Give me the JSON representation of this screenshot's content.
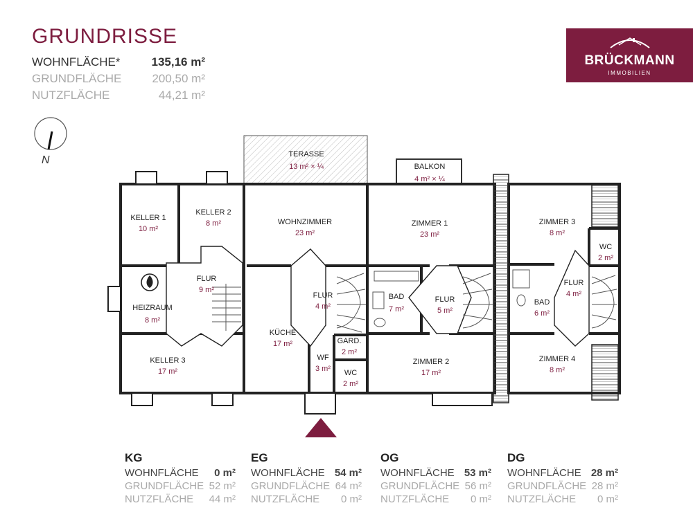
{
  "header": {
    "title": "GRUNDRISSE",
    "stats": [
      {
        "label": "WOHNFLÄCHE*",
        "value": "135,16 m²"
      },
      {
        "label": "GRUNDFLÄCHE",
        "value": "200,50 m²"
      },
      {
        "label": "NUTZFLÄCHE",
        "value": "44,21 m²"
      }
    ]
  },
  "logo": {
    "name": "BRÜCKMANN",
    "sub": "IMMOBILIEN",
    "color": "#7d1d3f"
  },
  "compass": {
    "label": "N",
    "icon": "north-arrow-icon"
  },
  "rooms": {
    "keller1": {
      "name": "KELLER 1",
      "area": "10 m²"
    },
    "keller2": {
      "name": "KELLER 2",
      "area": "8 m²"
    },
    "flur_kg": {
      "name": "FLUR",
      "area": "9 m²"
    },
    "heizraum": {
      "name": "HEIZRAUM",
      "area": "8 m²"
    },
    "keller3": {
      "name": "KELLER 3",
      "area": "17 m²"
    },
    "terasse": {
      "name": "TERASSE",
      "area": "13 m² × ¼"
    },
    "wohnzimmer": {
      "name": "WOHNZIMMER",
      "area": "23 m²"
    },
    "flur_eg": {
      "name": "FLUR",
      "area": "4 m²"
    },
    "kueche": {
      "name": "KÜCHE",
      "area": "17 m²"
    },
    "gard": {
      "name": "GARD.",
      "area": "2 m²"
    },
    "wf": {
      "name": "WF",
      "area": "3 m²"
    },
    "wc_eg": {
      "name": "WC",
      "area": "2 m²"
    },
    "balkon": {
      "name": "BALKON",
      "area": "4 m² × ¼"
    },
    "zimmer1": {
      "name": "ZIMMER 1",
      "area": "23 m²"
    },
    "bad_og": {
      "name": "BAD",
      "area": "7 m²"
    },
    "flur_og": {
      "name": "FLUR",
      "area": "5 m²"
    },
    "zimmer2": {
      "name": "ZIMMER 2",
      "area": "17 m²"
    },
    "zimmer3": {
      "name": "ZIMMER 3",
      "area": "8 m²"
    },
    "wc_dg": {
      "name": "WC",
      "area": "2 m²"
    },
    "flur_dg": {
      "name": "FLUR",
      "area": "4 m²"
    },
    "bad_dg": {
      "name": "BAD",
      "area": "6 m²"
    },
    "zimmer4": {
      "name": "ZIMMER 4",
      "area": "8 m²"
    }
  },
  "floors": [
    {
      "name": "KG",
      "rows": [
        {
          "label": "WOHNFLÄCHE",
          "value": "0 m²"
        },
        {
          "label": "GRUNDFLÄCHE",
          "value": "52 m²"
        },
        {
          "label": "NUTZFLÄCHE",
          "value": "44 m²"
        }
      ]
    },
    {
      "name": "EG",
      "rows": [
        {
          "label": "WOHNFLÄCHE",
          "value": "54 m²"
        },
        {
          "label": "GRUNDFLÄCHE",
          "value": "64 m²"
        },
        {
          "label": "NUTZFLÄCHE",
          "value": "0 m²"
        }
      ]
    },
    {
      "name": "OG",
      "rows": [
        {
          "label": "WOHNFLÄCHE",
          "value": "53 m²"
        },
        {
          "label": "GRUNDFLÄCHE",
          "value": "56 m²"
        },
        {
          "label": "NUTZFLÄCHE",
          "value": "0 m²"
        }
      ]
    },
    {
      "name": "DG",
      "rows": [
        {
          "label": "WOHNFLÄCHE",
          "value": "28 m²"
        },
        {
          "label": "GRUNDFLÄCHE",
          "value": "28 m²"
        },
        {
          "label": "NUTZFLÄCHE",
          "value": "0 m²"
        }
      ]
    }
  ]
}
